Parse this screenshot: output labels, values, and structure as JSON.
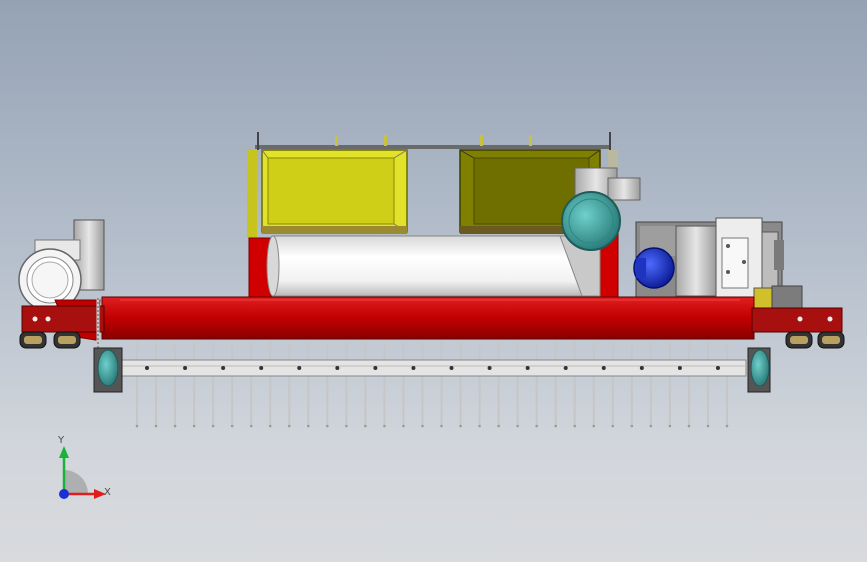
{
  "triad": {
    "x_label": "X",
    "y_label": "Y",
    "colors": {
      "x": "#e21b1b",
      "y": "#19b33a",
      "z": "#1c2fd6"
    }
  },
  "model": {
    "colors": {
      "frame_red": "#c00000",
      "bin_yellow": "#d8d82c",
      "bin_olive": "#7f7f00",
      "roller_white": "#f4f4f4",
      "teal": "#3fa6a2",
      "motor_blue": "#1c33c9",
      "tine_grey": "#bdbdbd"
    },
    "tine_count": 32
  }
}
